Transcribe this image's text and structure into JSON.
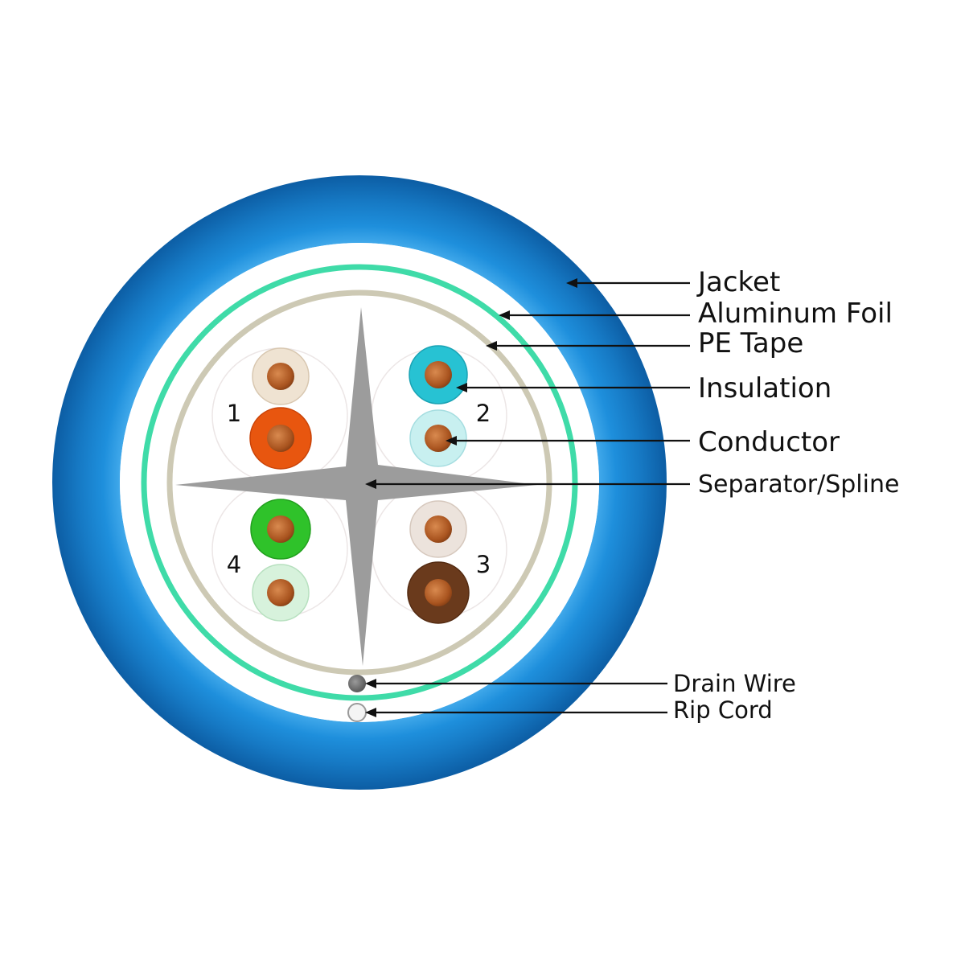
{
  "labels": {
    "jacket": "Jacket",
    "aluminum_foil": "Aluminum Foil",
    "pe_tape": "PE Tape",
    "insulation": "Insulation",
    "conductor": "Conductor",
    "separator": "Separator/Spline",
    "drain_wire": "Drain Wire",
    "rip_cord": "Rip Cord"
  },
  "pairs": [
    {
      "number": "1",
      "colors": [
        "#efe3d2",
        "#e8560f"
      ]
    },
    {
      "number": "2",
      "colors": [
        "#27c2d3",
        "#c8f0f0"
      ]
    },
    {
      "number": "3",
      "colors": [
        "#ece3dc",
        "#6a3a1c"
      ]
    },
    {
      "number": "4",
      "colors": [
        "#2fc22a",
        "#d7f2dc"
      ]
    }
  ],
  "colors": {
    "jacket": "#1c86d1",
    "aluminum_foil": "#3fdba8",
    "pe_tape": "#cdc9b4",
    "separator": "#9c9c9c",
    "conductor": "#b4612c",
    "drain_wire": "#707070"
  }
}
